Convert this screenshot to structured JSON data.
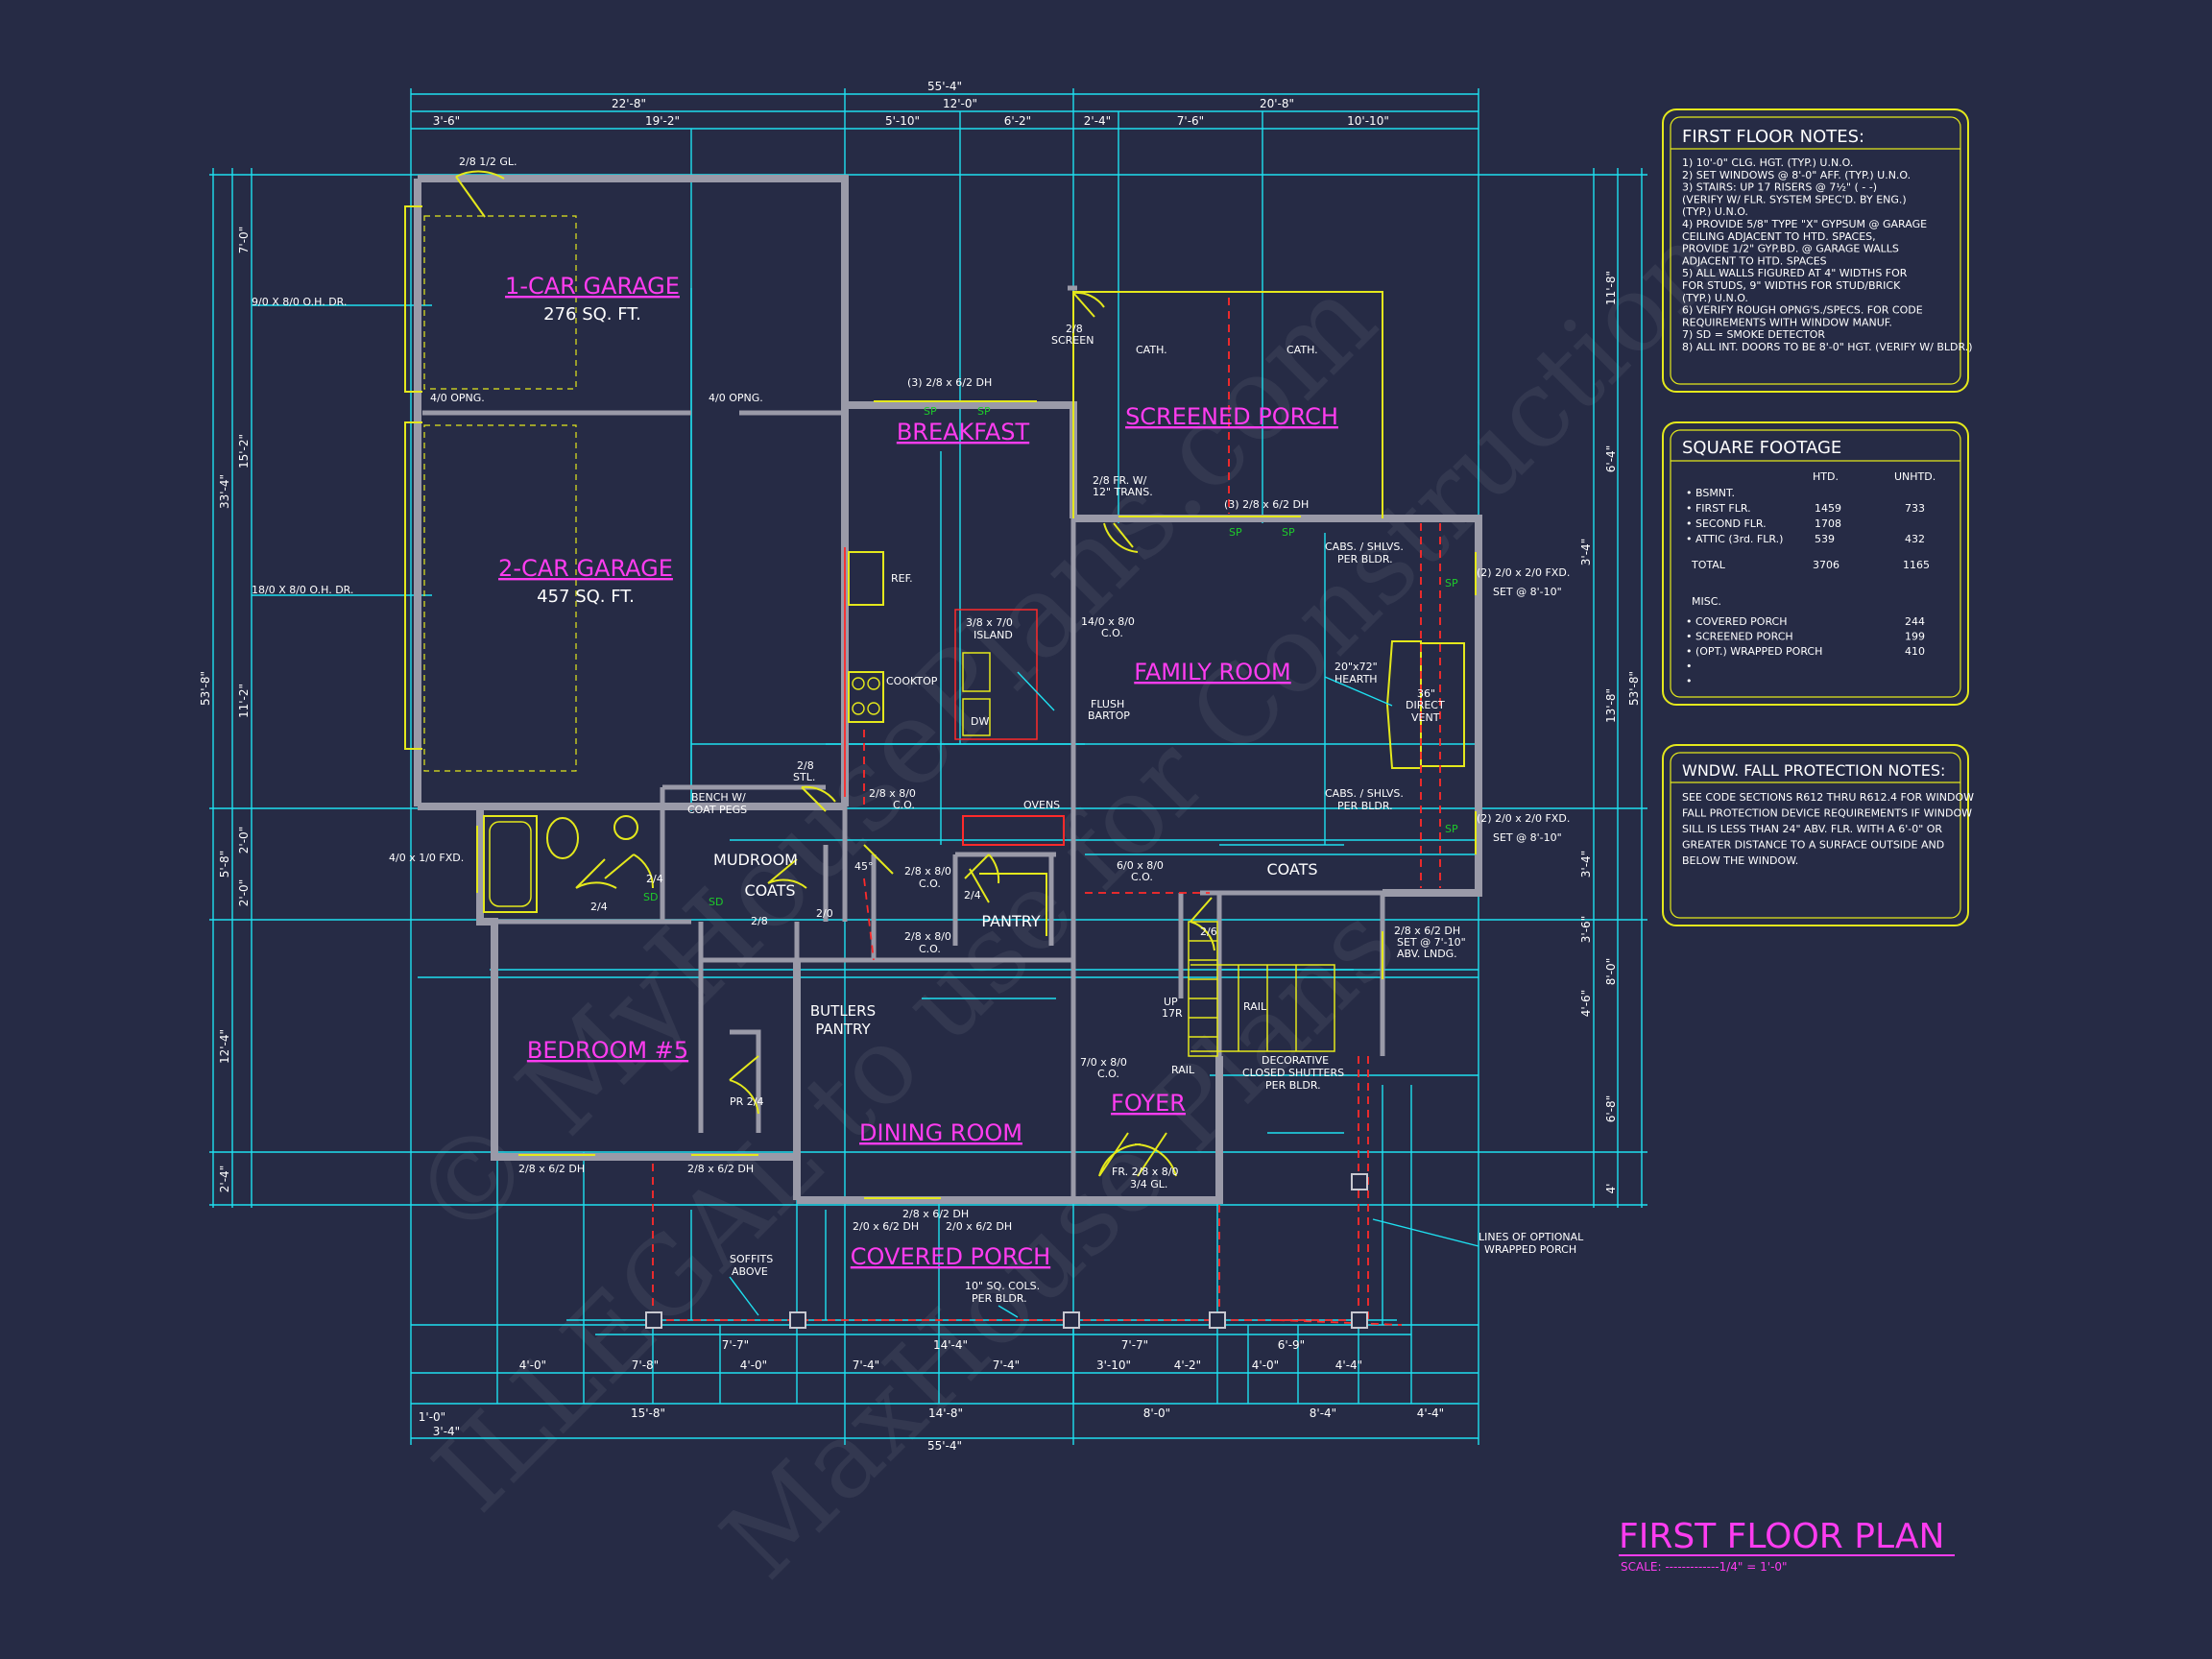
{
  "colors": {
    "background": "#262b45",
    "walls": "#9a9aa8",
    "dimensions": "#1ee0f0",
    "room_labels": "#ff3cf0",
    "notes_border": "#e4e81c",
    "fixtures": "#e4e81c",
    "hidden_lines": "#ff2a2a",
    "smoke_detector": "#1ecc2a"
  },
  "rooms": {
    "garage1": {
      "name": "1-CAR GARAGE",
      "area": "276 SQ. FT."
    },
    "garage2": {
      "name": "2-CAR GARAGE",
      "area": "457 SQ. FT."
    },
    "breakfast": "BREAKFAST",
    "screened_porch": "SCREENED PORCH",
    "family_room": "FAMILY ROOM",
    "mudroom": "MUDROOM",
    "coats1": "COATS",
    "coats2": "COATS",
    "pantry": "PANTRY",
    "butlers_pantry": [
      "BUTLERS",
      "PANTRY"
    ],
    "bedroom5": "BEDROOM #5",
    "dining_room": "DINING ROOM",
    "foyer": "FOYER",
    "covered_porch": "COVERED PORCH"
  },
  "labels": {
    "gl": "2/8 1/2 GL.",
    "oh1": "9/0 X 8/0 O.H. DR.",
    "oh2": "18/0 X 8/0 O.H. DR.",
    "opng1": "4/0 OPNG.",
    "opng2": "4/0 OPNG.",
    "dh1": "(3) 2/8 x 6/2 DH",
    "dh2": "(3) 2/8 x 6/2 DH",
    "screen": [
      "2/8",
      "SCREEN"
    ],
    "cath1": "CATH.",
    "cath2": "CATH.",
    "fr_trans": [
      "2/8 FR. W/",
      "12\" TRANS."
    ],
    "ref": "REF.",
    "island": [
      "3/8 x 7/0",
      "ISLAND"
    ],
    "co_1410": [
      "14/0 x 8/0",
      "C.O."
    ],
    "cooktop": "COOKTOP",
    "dw": "DW",
    "flush": [
      "FLUSH",
      "BARTOP"
    ],
    "cabs1": [
      "CABS. / SHLVS.",
      "PER BLDR."
    ],
    "cabs2": [
      "CABS. / SHLVS.",
      "PER BLDR."
    ],
    "fxd1": [
      "(2) 2/0 x 2/0 FXD.",
      "SET @ 8'-10\""
    ],
    "fxd2": [
      "(2) 2/0 x 2/0 FXD.",
      "SET @ 8'-10\""
    ],
    "hearth": [
      "20\"x72\"",
      "HEARTH"
    ],
    "direct_vent": [
      "36\"",
      "DIRECT",
      "VENT"
    ],
    "stl": [
      "2/8",
      "STL."
    ],
    "bench": [
      "BENCH W/",
      "COAT PEGS"
    ],
    "co_28a": [
      "2/8 x 8/0",
      "C.O."
    ],
    "ovens": "OVENS",
    "fxd_bath": "4/0 x 1/0 FXD.",
    "d24a": "2/4",
    "d24b": "2/4",
    "d24c": "2/4",
    "d28": "2/8",
    "d20": "2/0",
    "d26": "2/6",
    "deg45": "45°",
    "co_28b": [
      "2/8 x 8/0",
      "C.O."
    ],
    "co_28c": [
      "2/8 x 8/0",
      "C.O."
    ],
    "co_60": [
      "6/0 x 8/0",
      "C.O."
    ],
    "dh_lndg": [
      "2/8 x 6/2 DH",
      "SET @ 7'-10\"",
      "ABV. LNDG."
    ],
    "up": [
      "UP",
      "17R"
    ],
    "rail1": "RAIL",
    "rail2": "RAIL",
    "co_70": [
      "7/0 x 8/0",
      "C.O."
    ],
    "shutters": [
      "DECORATIVE",
      "CLOSED SHUTTERS",
      "PER BLDR."
    ],
    "pr24": "PR 2/4",
    "dh_bed1": "2/8 x 6/2 DH",
    "dh_bed2": "2/8 x 6/2 DH",
    "dh_din1": "2/8 x 6/2 DH",
    "dh_din2": "2/0 x 6/2 DH",
    "dh_din3": "2/0 x 6/2 DH",
    "fr_entry": [
      "FR. 2/8 x 8/0",
      "3/4 GL."
    ],
    "soffits": [
      "SOFFITS",
      "ABOVE"
    ],
    "cols": [
      "10\" SQ. COLS.",
      "PER BLDR."
    ],
    "wrap": [
      "LINES OF OPTIONAL",
      "WRAPPED PORCH"
    ],
    "sd": "SD",
    "sp": "SP"
  },
  "dims_top": {
    "overall": "55'-4\"",
    "a": "22'-8\"",
    "b": "12'-0\"",
    "c": "20'-8\"",
    "d": "3'-6\"",
    "e": "19'-2\"",
    "f": "5'-10\"",
    "g": "6'-2\"",
    "h": "2'-4\"",
    "i": "7'-6\"",
    "j": "10'-10\""
  },
  "dims_bottom": {
    "overall": "55'-4\"",
    "row1": [
      "3'-4\"",
      "1'-0\"",
      "15'-8\"",
      "14'-8\"",
      "8'-0\"",
      "8'-4\"",
      "4'-4\""
    ],
    "row2": [
      "4'-0\"",
      "7'-8\"",
      "4'-0\"",
      "7'-4\"",
      "7'-4\"",
      "3'-10\"",
      "4'-2\"",
      "4'-0\"",
      "4'-4\""
    ],
    "row3": [
      "7'-7\"",
      "14'-4\"",
      "7'-7\"",
      "6'-9\""
    ]
  },
  "dims_left": {
    "overall": "53'-8\"",
    "h1": "33'-4\"",
    "v1": [
      "7'-0\"",
      "15'-2\"",
      "11'-2\""
    ],
    "v2": [
      "5'-8\"",
      "2'-0\"",
      "2'-0\"",
      "12'-4\"",
      "2'-4\""
    ]
  },
  "dims_right": {
    "overall": "53'-8\"",
    "v1": [
      "11'-8\"",
      "6'-4\"",
      "13'-8\"",
      "3'-4\"",
      "3'-4\"",
      "3'-6\"",
      "8'-0\"",
      "4'-6\"",
      "6'-8\"",
      "4'"
    ]
  },
  "first_floor_notes": {
    "title": "FIRST FLOOR NOTES:",
    "lines": [
      "1) 10'-0\"  CLG. HGT. (TYP.) U.N.O.",
      "2) SET WINDOWS @ 8'-0\" AFF. (TYP.) U.N.O.",
      "3) STAIRS: UP 17 RISERS @ 7½\" ( - -)",
      "    (VERIFY W/ FLR. SYSTEM SPEC'D. BY ENG.)",
      "    (TYP.) U.N.O.",
      "4) PROVIDE 5/8\" TYPE \"X\" GYPSUM @ GARAGE",
      "    CEILING ADJACENT TO HTD. SPACES,",
      "    PROVIDE 1/2\" GYP.BD. @ GARAGE WALLS",
      "    ADJACENT TO HTD. SPACES",
      "5) ALL WALLS FIGURED AT 4\" WIDTHS FOR",
      "    FOR STUDS, 9\" WIDTHS FOR STUD/BRICK",
      "    (TYP.) U.N.O.",
      "6) VERIFY ROUGH OPNG'S./SPECS. FOR CODE",
      "    REQUIREMENTS WITH WINDOW MANUF.",
      "7) SD = SMOKE DETECTOR",
      "8) ALL INT. DOORS TO BE 8'-0\" HGT. (VERIFY W/ BLDR.)"
    ]
  },
  "square_footage": {
    "title": "SQUARE FOOTAGE",
    "col_htd": "HTD.",
    "col_unhtd": "UNHTD.",
    "rows": [
      {
        "label": "• BSMNT.",
        "htd": "",
        "unhtd": ""
      },
      {
        "label": "• FIRST FLR.",
        "htd": "1459",
        "unhtd": "733"
      },
      {
        "label": "• SECOND FLR.",
        "htd": "1708",
        "unhtd": ""
      },
      {
        "label": "• ATTIC (3rd. FLR.)",
        "htd": "539",
        "unhtd": "432"
      }
    ],
    "total": {
      "label": "TOTAL",
      "htd": "3706",
      "unhtd": "1165"
    },
    "misc_title": "MISC.",
    "misc": [
      {
        "label": "• COVERED PORCH",
        "val": "244"
      },
      {
        "label": "• SCREENED PORCH",
        "val": "199"
      },
      {
        "label": "• (OPT.) WRAPPED PORCH",
        "val": "410"
      },
      {
        "label": "•",
        "val": ""
      },
      {
        "label": "•",
        "val": ""
      }
    ]
  },
  "fall_notes": {
    "title": "WNDW. FALL PROTECTION NOTES:",
    "lines": [
      "SEE CODE SECTIONS R612 THRU R612.4 FOR WINDOW",
      "FALL PROTECTION DEVICE REQUIREMENTS IF WINDOW",
      "SILL IS LESS THAN 24\" ABV. FLR. WITH A 6'-0\" OR",
      "GREATER DISTANCE TO A SURFACE OUTSIDE AND",
      "BELOW THE WINDOW."
    ]
  },
  "plan_title": {
    "title": "FIRST FLOOR PLAN",
    "scale": "SCALE: -------------1/4\" = 1'-0\""
  },
  "watermark": [
    "© MyHousePlans.com",
    "ILLEGAL to use for Construction",
    "MaxHouse Plans"
  ]
}
